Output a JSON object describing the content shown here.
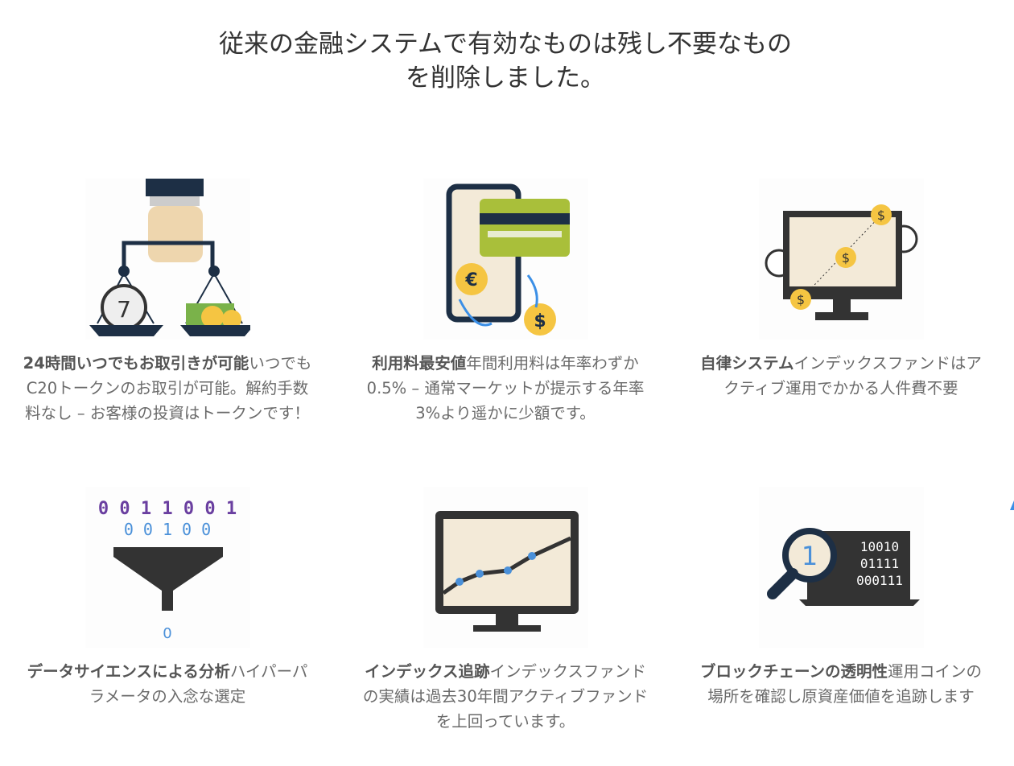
{
  "title_line1": "従来の金融システムで有効なものは残し不要なもの",
  "title_line2": "を削除しました。",
  "features": [
    {
      "icon": "scale-clock-money-icon",
      "heading": "24時間いつでもお取引きが可能",
      "body": "いつでもC20トークンのお取引が可能。解約手数料なし – お客様の投資はトークンです！"
    },
    {
      "icon": "phone-card-currency-icon",
      "heading": "利用料最安値",
      "body": "年間利用料は年率わずか0.5% – 通常マーケットが提示する年率3%より遥かに少額です。"
    },
    {
      "icon": "monitor-gears-dollar-icon",
      "heading": "自律システム",
      "body": "インデックスファンドはアクティブ運用でかかる人件費不要"
    },
    {
      "icon": "binary-funnel-icon",
      "heading": "データサイエンスによる分析",
      "body": "ハイパーパラメータの入念な選定"
    },
    {
      "icon": "monitor-line-chart-icon",
      "heading": "インデックス追跡",
      "body": "インデックスファンドの実績は過去30年間アクティブファンドを上回っています。"
    },
    {
      "icon": "laptop-magnifier-binary-icon",
      "heading": "ブロックチェーンの透明性",
      "body": "運用コインの場所を確認し原資産価値を追跡します"
    }
  ],
  "colors": {
    "navy": "#1d2f45",
    "gold": "#f5c542",
    "green": "#a9bf3a",
    "cream": "#f3ead8",
    "accent": "#3b8fe6"
  }
}
